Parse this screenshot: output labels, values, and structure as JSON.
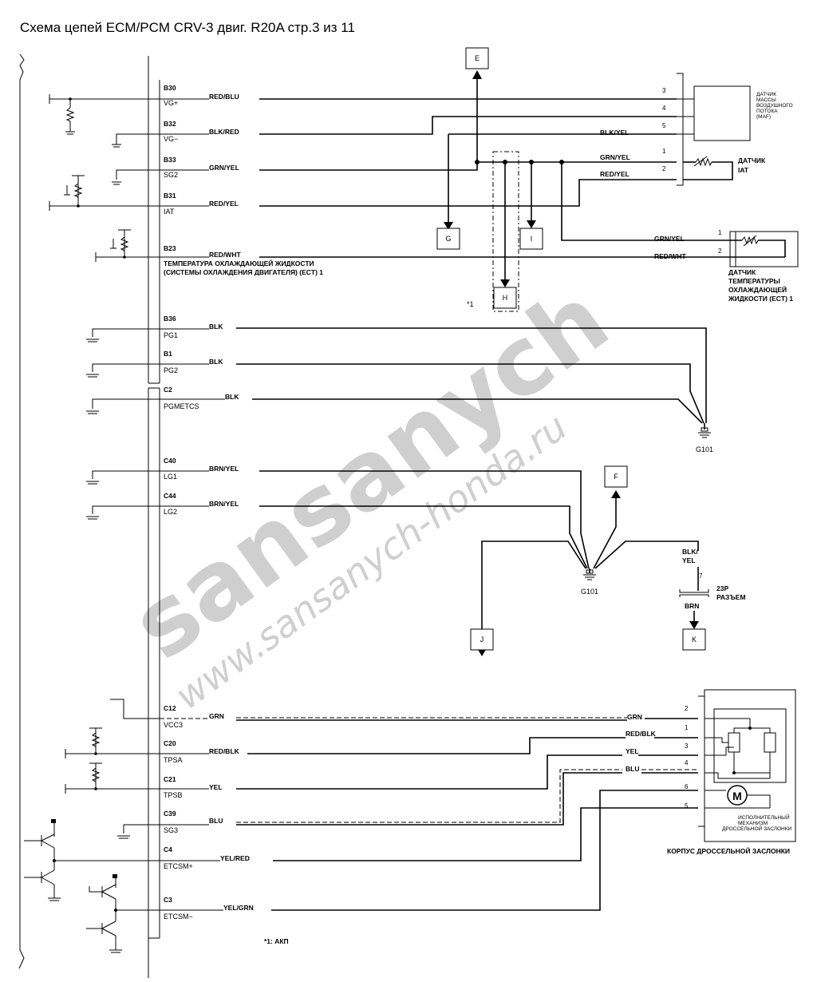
{
  "title": "Схема цепей ECM/PCM CRV-3 двиг. R20A  стр.3 из 11",
  "watermark": {
    "big": "sansanych",
    "site": "www.sansanych-honda.ru"
  },
  "ecm_pins": [
    {
      "pin": "B30",
      "sig": "VG+"
    },
    {
      "pin": "B32",
      "sig": "VG−"
    },
    {
      "pin": "B33",
      "sig": "SG2"
    },
    {
      "pin": "B31",
      "sig": "IAT"
    },
    {
      "pin": "B23",
      "sig": "ТЕМПЕРАТУРА ОХЛАЖДАЮЩЕЙ ЖИДКОСТИ"
    },
    {
      "pin": "B36",
      "sig": "PG1"
    },
    {
      "pin": "B1",
      "sig": "PG2"
    },
    {
      "pin": "C2",
      "sig": "PGMETCS"
    },
    {
      "pin": "C40",
      "sig": "LG1"
    },
    {
      "pin": "C44",
      "sig": "LG2"
    },
    {
      "pin": "C12",
      "sig": "VCC3"
    },
    {
      "pin": "C20",
      "sig": "TPSA"
    },
    {
      "pin": "C21",
      "sig": "TPSB"
    },
    {
      "pin": "C39",
      "sig": "SG3"
    },
    {
      "pin": "C4",
      "sig": "ETCSM+"
    },
    {
      "pin": "C3",
      "sig": "ETCSM−"
    }
  ],
  "ect_sig_line2": "(СИСТЕМЫ ОХЛАЖДЕНИЯ ДВИГАТЕЛЯ) (ECT) 1",
  "wire_colors": {
    "red_blu": "RED/BLU",
    "blk_red": "BLK/RED",
    "grn_yel": "GRN/YEL",
    "red_yel": "RED/YEL",
    "red_wht": "RED/WHT",
    "blk": "BLK",
    "brn_yel": "BRN/YEL",
    "grn": "GRN",
    "red_blk": "RED/BLK",
    "yel": "YEL",
    "blu": "BLU",
    "yel_red": "YEL/RED",
    "yel_grn": "YEL/GRN",
    "blk_yel": "BLK/YEL",
    "blk_yel_a": "BLK/",
    "blk_yel_b": "YEL",
    "brn": "BRN"
  },
  "connectors": {
    "e": "E",
    "g": "G",
    "i": "I",
    "h": "H",
    "f": "F",
    "j": "J",
    "k": "K"
  },
  "maf": {
    "pins": [
      "3",
      "4",
      "5",
      "1",
      "2"
    ],
    "label_lines": [
      "ДАТЧИК",
      "МАССЫ",
      "ВОЗДУШНОГО",
      "ПОТОКА",
      "(MAF)"
    ],
    "iat_label_lines": [
      "ДАТЧИК",
      "IAT"
    ]
  },
  "ect_sensor": {
    "pins": [
      "1",
      "2"
    ],
    "label_lines": [
      "ДАТЧИК",
      "ТЕМПЕРАТУРЫ",
      "ОХЛАЖДАЮЩЕЙ",
      "ЖИДКОСТИ (ECT) 1"
    ]
  },
  "ground": {
    "g101_a": "G101",
    "g101_b": "G101"
  },
  "connector_23p": {
    "pin": "7",
    "label_lines": [
      "23P",
      "РАЗЪЕМ"
    ]
  },
  "throttle": {
    "pins": [
      "2",
      "1",
      "3",
      "4",
      "6",
      "5"
    ],
    "motor_symbol": "M",
    "actuator_lines": [
      "ИСПОЛНИТЕЛЬНЫЙ",
      "МЕХАНИЗМ",
      "ДРОССЕЛЬНОЙ ЗАСЛОНКИ"
    ],
    "body_label": "КОРПУС ДРОССЕЛЬНОЙ ЗАСЛОНКИ"
  },
  "note_mark": "*1",
  "footnote": "*1: АКП"
}
